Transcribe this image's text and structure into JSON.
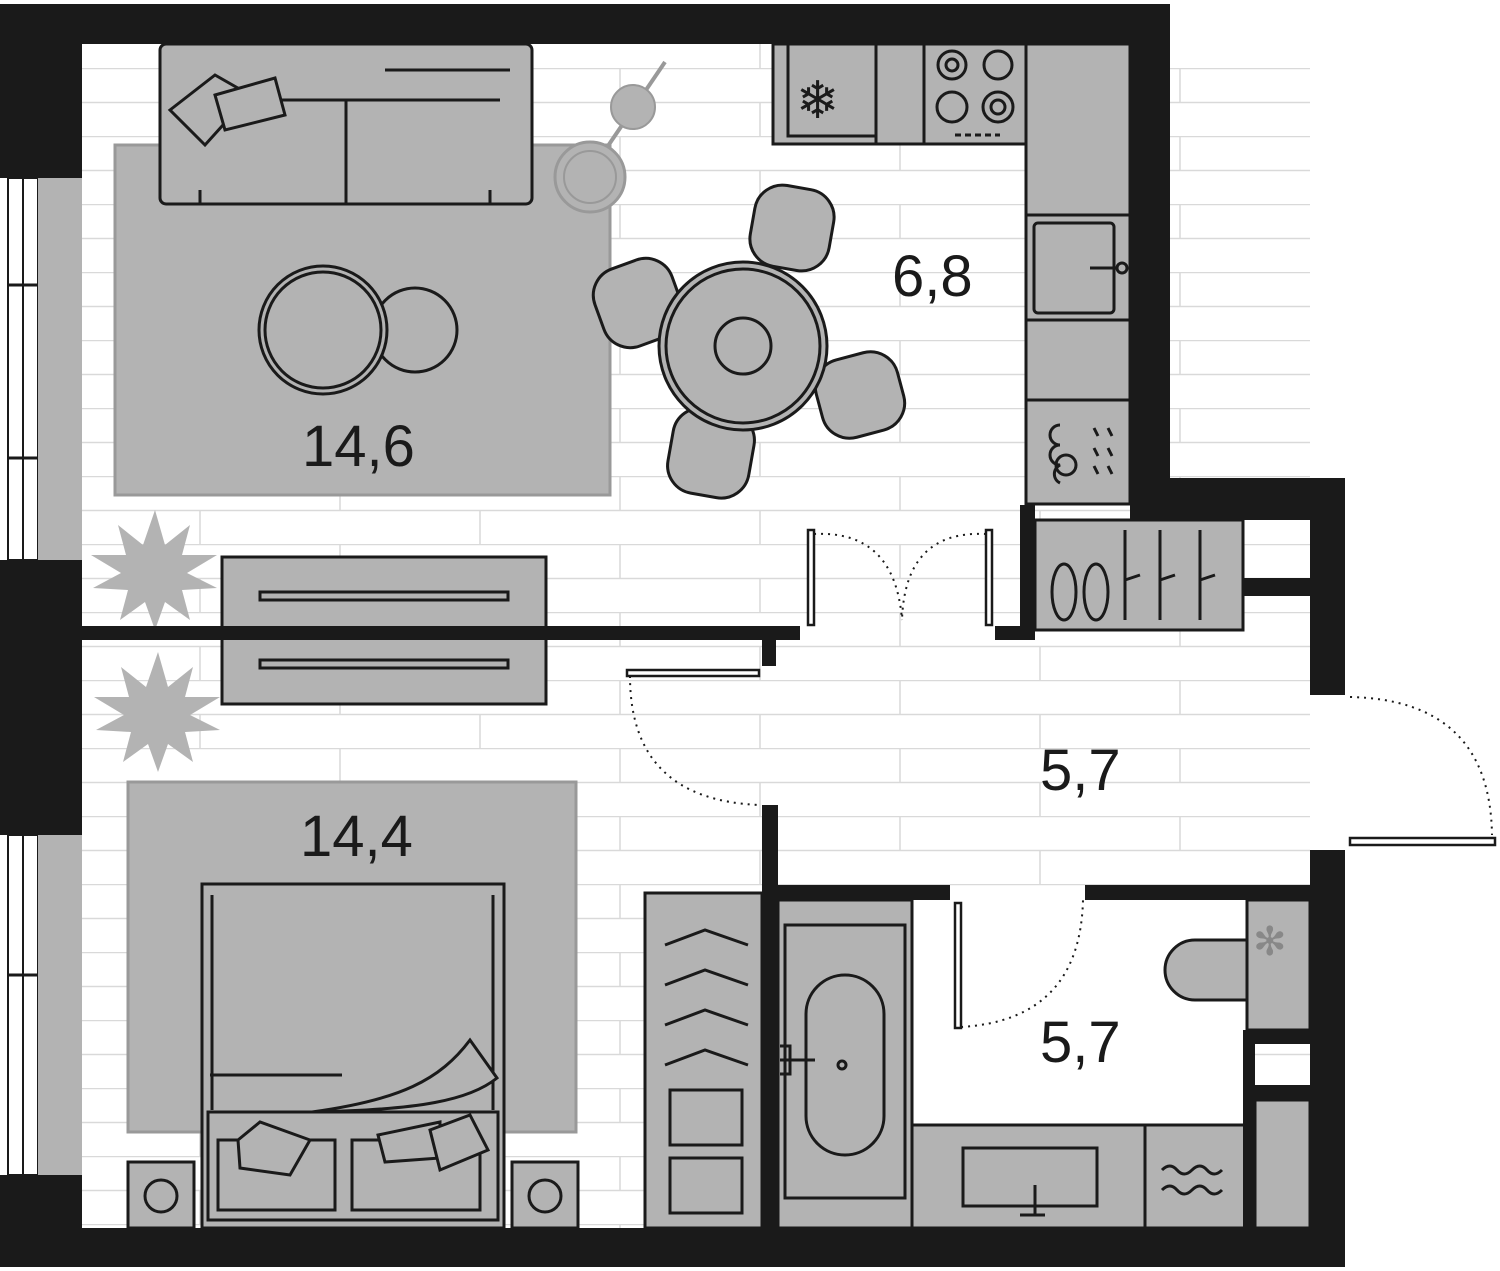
{
  "plan": {
    "rooms": [
      {
        "id": "living-room",
        "area": "14,6"
      },
      {
        "id": "kitchen",
        "area": "6,8"
      },
      {
        "id": "bedroom",
        "area": "14,4"
      },
      {
        "id": "hallway",
        "area": "5,7"
      },
      {
        "id": "bathroom",
        "area": "5,7"
      }
    ],
    "colors": {
      "wall": "#1a1a1a",
      "furniture": "#b3b3b3",
      "floor": "#ffffff",
      "plank_line": "#d9d9d9"
    }
  }
}
